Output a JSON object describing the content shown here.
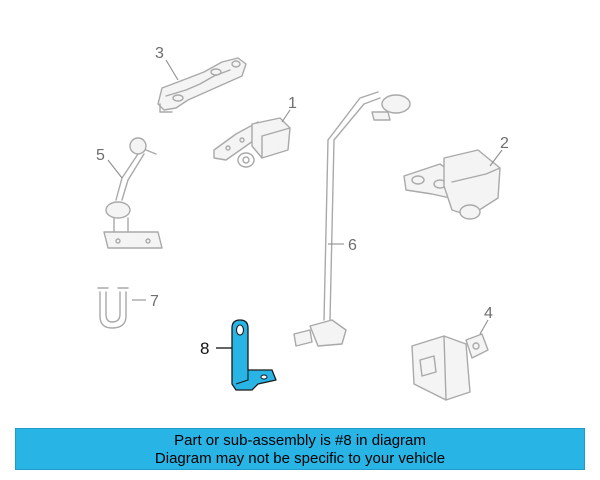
{
  "callouts": {
    "c1": "1",
    "c2": "2",
    "c3": "3",
    "c4": "4",
    "c5": "5",
    "c6": "6",
    "c7": "7",
    "c8": "8"
  },
  "banner": {
    "line1": "Part or sub-assembly is #8 in diagram",
    "line2": "Diagram may not be specific to your vehicle"
  },
  "colors": {
    "highlight": "#29b4e6",
    "line_art": "#a9a9a9",
    "banner_bg": "#29b4e6"
  }
}
